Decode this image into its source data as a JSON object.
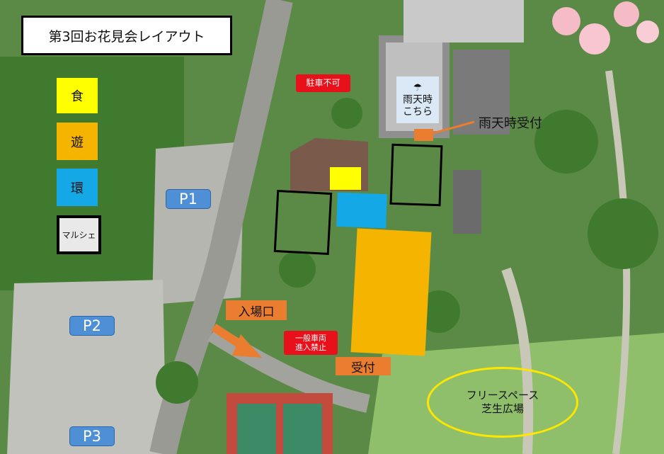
{
  "title": "第3回お花見会レイアウト",
  "legend": [
    {
      "label": "食",
      "color": "#ffff00"
    },
    {
      "label": "遊",
      "color": "#f5b400"
    },
    {
      "label": "環",
      "color": "#14a9e6"
    },
    {
      "label": "マルシェ",
      "color": "#e9e9e9"
    }
  ],
  "parking": [
    "P1",
    "P2",
    "P3"
  ],
  "no_parking": "駐車不可",
  "no_vehicles": [
    "一般車両",
    "進入禁止"
  ],
  "entrance": "入場口",
  "reception": "受付",
  "rain": {
    "icon": "umbrella-icon",
    "lines": [
      "雨天時",
      "こちら"
    ],
    "reception": "雨天時受付"
  },
  "free_space": [
    "フリースペース",
    "芝生広場"
  ],
  "colors": {
    "food": "#ffff00",
    "play": "#f5b400",
    "env": "#14a9e6",
    "arrow": "#ea7d2f",
    "free_space": "#ffe600"
  }
}
